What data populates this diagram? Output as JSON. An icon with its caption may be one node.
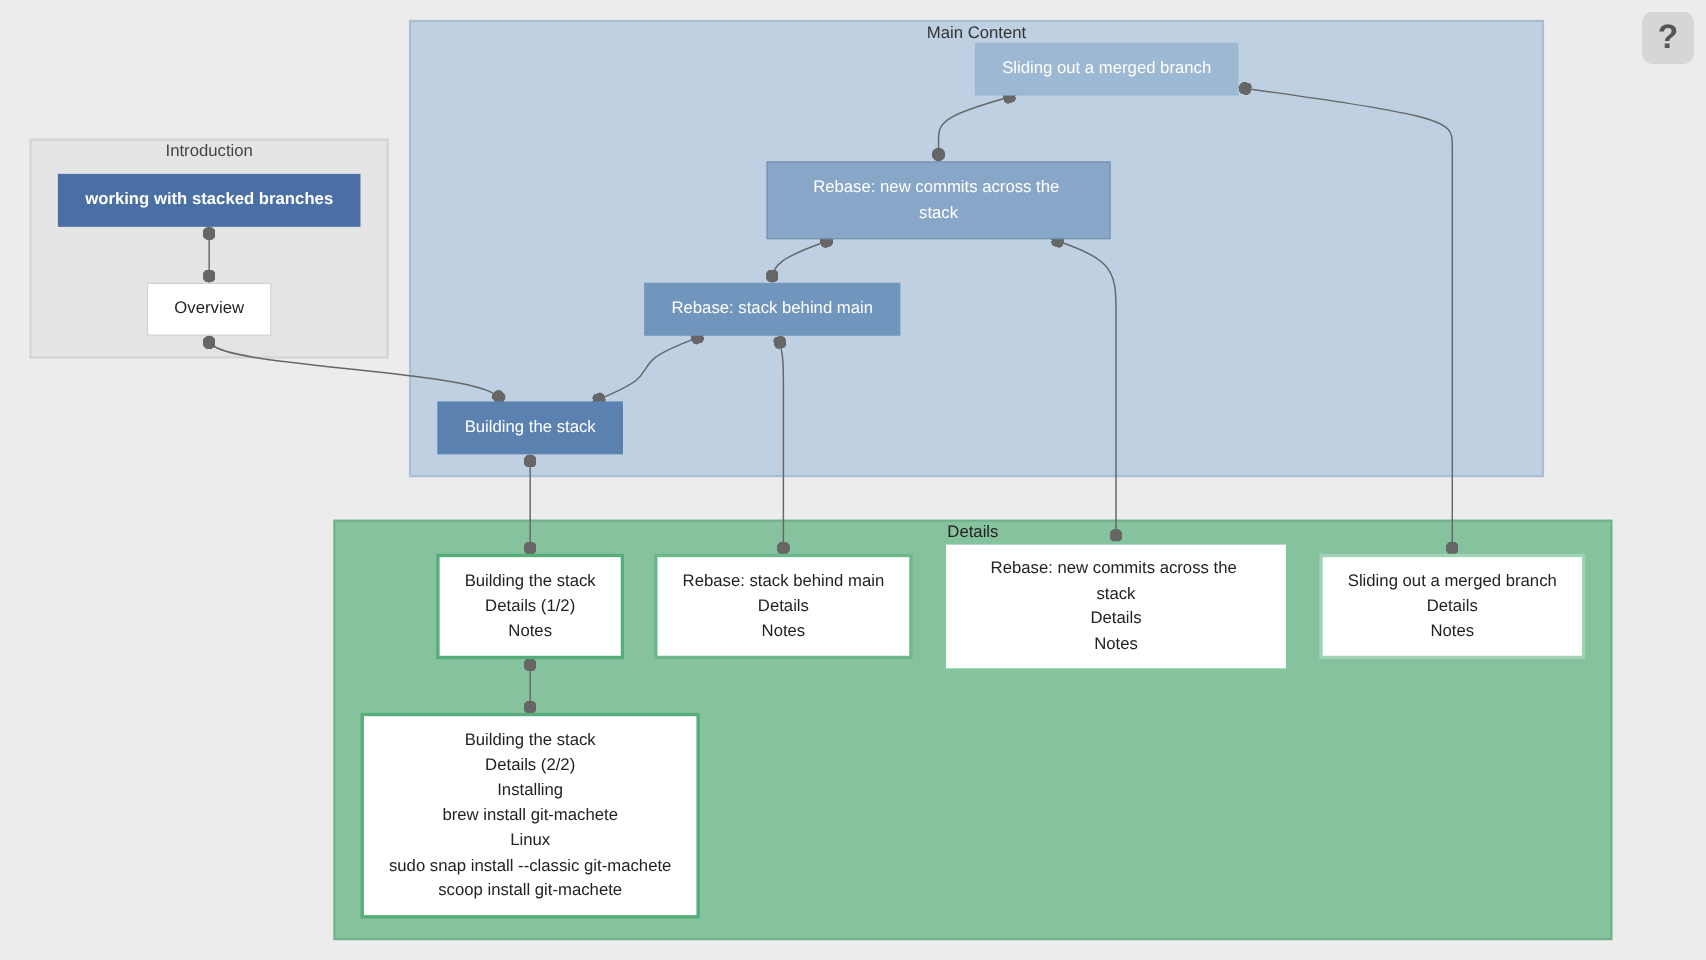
{
  "diagram": {
    "nodes": [
      {
        "text": [
          "Introduction"
        ]
      },
      {
        "text": [
          "working with stacked branches"
        ],
        "in": 0
      },
      {
        "text": [
          "Overview"
        ],
        "in": 0
      },
      {
        "text": [
          "Main Content"
        ]
      },
      {
        "text": [
          "Sliding out a merged branch"
        ],
        "in": 3
      },
      {
        "text": [
          "Rebase: new commits across the stack"
        ],
        "in": 3
      },
      {
        "text": [
          "Rebase: stack behind main"
        ],
        "in": 3
      },
      {
        "text": [
          "Building the stack"
        ],
        "in": 3
      },
      {
        "text": [
          "Details"
        ]
      },
      {
        "text": [
          "Sliding out a merged branch",
          "Details",
          "Notes"
        ],
        "in": 8
      },
      {
        "text": [
          "Rebase: new commits across the stack",
          "Details",
          "Notes"
        ],
        "in": 8
      },
      {
        "text": [
          "Rebase: stack behind main",
          "Details",
          "Notes"
        ],
        "in": 8
      },
      {
        "text": [
          "Building the stack",
          "Details (1/2)",
          "Notes"
        ],
        "in": 8
      },
      {
        "text": [
          "Building the stack",
          "Details (2/2)",
          "Installing",
          "brew install git-machete",
          "Linux",
          "sudo snap install --classic git-machete",
          "scoop install git-machete"
        ],
        "in": 8
      }
    ],
    "edges": [
      {
        "from": 1,
        "to": 2,
        "arrow": "other"
      },
      {
        "from": 2,
        "to": 7,
        "arrow": "other"
      },
      {
        "from": 4,
        "to": 5,
        "arrow": "other"
      },
      {
        "from": 5,
        "to": 6,
        "arrow": "other"
      },
      {
        "from": 6,
        "to": 7,
        "arrow": "other"
      },
      {
        "from": 4,
        "to": 9,
        "arrow": "other"
      },
      {
        "from": 5,
        "to": 10,
        "arrow": "other"
      },
      {
        "from": 6,
        "to": 11,
        "arrow": "other"
      },
      {
        "from": 7,
        "to": 12,
        "arrow": "other"
      },
      {
        "from": 12,
        "to": 13,
        "arrow": "other"
      }
    ],
    "labels": [
      "?"
    ]
  }
}
